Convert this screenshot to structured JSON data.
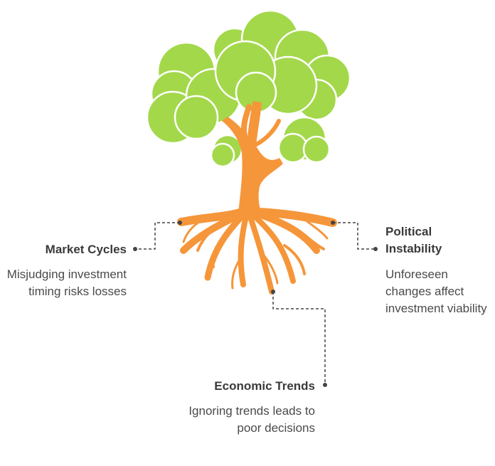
{
  "colors": {
    "foliage": "#a3d84b",
    "foliage_outline": "#ffffff",
    "trunk": "#f5963a",
    "connector": "#444444",
    "text": "#3a3a3a"
  },
  "branches": [
    {
      "id": "market-cycles",
      "title": "Market Cycles",
      "description": "Misjudging investment timing risks losses"
    },
    {
      "id": "political-instability",
      "title": "Political Instability",
      "description": "Unforeseen changes affect investment viability"
    },
    {
      "id": "economic-trends",
      "title": "Economic Trends",
      "description": "Ignoring trends leads to poor decisions"
    }
  ]
}
